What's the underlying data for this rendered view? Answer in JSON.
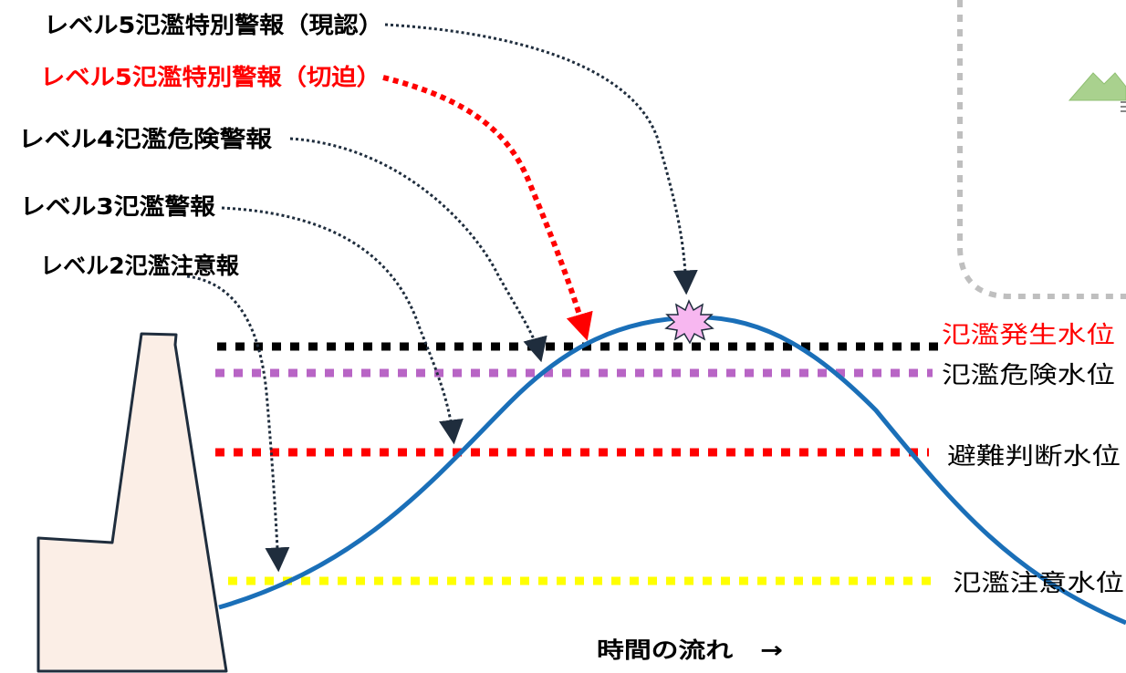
{
  "warnings": [
    {
      "id": "level5-confirmed",
      "text": "レベル5氾濫特別警報（現認）",
      "color": "#000000"
    },
    {
      "id": "level5-imminent",
      "text": "レベル5氾濫特別警報（切迫）",
      "color": "#ff0000"
    },
    {
      "id": "level4",
      "text": "レベル4氾濫危険警報",
      "color": "#000000"
    },
    {
      "id": "level3",
      "text": "レベル3氾濫警報",
      "color": "#000000"
    },
    {
      "id": "level2",
      "text": "レベル2氾濫注意報",
      "color": "#000000"
    }
  ],
  "water_levels": [
    {
      "id": "flood-occurrence",
      "text": "氾濫発生水位",
      "text_color": "#ff0000",
      "line_color": "#000000"
    },
    {
      "id": "flood-danger",
      "text": "氾濫危険水位",
      "text_color": "#000000",
      "line_color": "#b865c5"
    },
    {
      "id": "evacuation-decision",
      "text": "避難判断水位",
      "text_color": "#000000",
      "line_color": "#ff0000"
    },
    {
      "id": "flood-caution",
      "text": "氾濫注意水位",
      "text_color": "#000000",
      "line_color": "#ffff00"
    }
  ],
  "time_axis": {
    "label": "時間の流れ　→"
  },
  "colors": {
    "curve": "#1a6fb8",
    "levee_fill": "#fbeee6",
    "levee_stroke": "#1f2d3d",
    "leader": "#1f2d3d",
    "leader_red": "#ff0000",
    "peak_burst": "#f7b7f0",
    "mountain": "#a9d18e",
    "inset_border": "#bfbfbf"
  },
  "icons": {
    "peak": "flood-burst-icon",
    "inset": "mountain-icon"
  }
}
